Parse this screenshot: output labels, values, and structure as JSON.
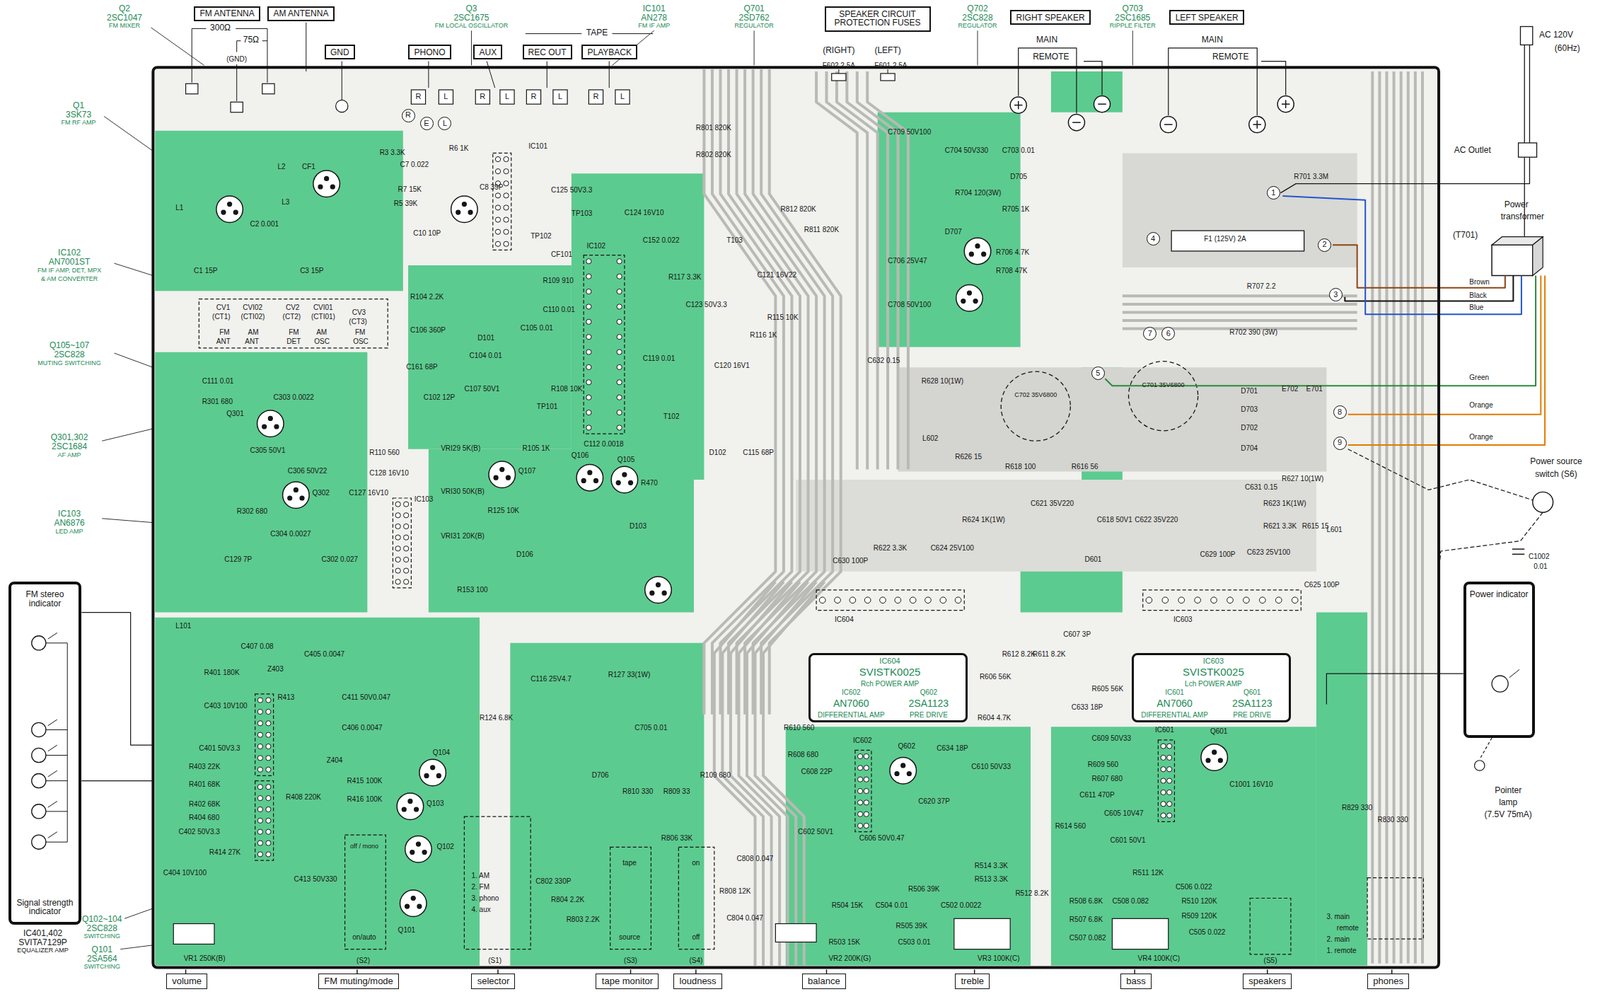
{
  "diagram": {
    "nodes": [
      {
        "text": [
          "FM ANTENNA"
        ]
      },
      {
        "text": [
          "AM ANTENNA"
        ]
      },
      {
        "text": [
          "GND"
        ]
      },
      {
        "text": [
          "PHONO"
        ]
      },
      {
        "text": [
          "AUX"
        ]
      },
      {
        "text": [
          "REC OUT"
        ]
      },
      {
        "text": [
          "PLAYBACK"
        ]
      },
      {
        "text": [
          "SPEAKER CIRCUIT PROTECTION FUSES"
        ]
      },
      {
        "text": [
          "RIGHT SPEAKER"
        ]
      },
      {
        "text": [
          "LEFT SPEAKER"
        ]
      },
      {
        "text": [
          "FM stereo indicator",
          "Signal strength indicator"
        ]
      },
      {
        "text": [
          "Power indicator"
        ]
      },
      {
        "text": [
          "IC604",
          "SVISTK0025",
          "Rch POWER AMP",
          "IC602",
          "AN7060",
          "DIFFERENTIAL AMP",
          "Q602",
          "2SA1123",
          "PRE DRIVE"
        ]
      },
      {
        "text": [
          "IC603",
          "SVISTK0025",
          "Lch POWER AMP",
          "IC601",
          "AN7060",
          "DIFFERENTIAL AMP",
          "Q601",
          "2SA1123",
          "PRE DRIVE"
        ]
      },
      {
        "text": [
          "volume"
        ]
      },
      {
        "text": [
          "FM muting/mode"
        ]
      },
      {
        "text": [
          "selector"
        ]
      },
      {
        "text": [
          "tape monitor"
        ]
      },
      {
        "text": [
          "loudness"
        ]
      },
      {
        "text": [
          "balance"
        ]
      },
      {
        "text": [
          "treble"
        ]
      },
      {
        "text": [
          "bass"
        ]
      },
      {
        "text": [
          "speakers"
        ]
      },
      {
        "text": [
          "phones"
        ]
      },
      {
        "text": [
          "1"
        ]
      },
      {
        "text": [
          "2"
        ]
      },
      {
        "text": [
          "3"
        ]
      },
      {
        "text": [
          "4"
        ]
      },
      {
        "text": [
          "5"
        ]
      },
      {
        "text": [
          "6"
        ]
      },
      {
        "text": [
          "7"
        ]
      },
      {
        "text": [
          "8"
        ]
      },
      {
        "text": [
          "9"
        ]
      },
      {
        "text": [
          "R"
        ]
      },
      {
        "text": [
          "E"
        ]
      },
      {
        "text": [
          "L"
        ]
      }
    ],
    "labels": [
      "Q2",
      "2SC1047",
      "FM MIXER",
      "Q1",
      "3SK73",
      "FM RF AMP",
      "Q3",
      "2SC1675",
      "FM LOCAL OSCILLATOR",
      "IC101",
      "AN278",
      "FM IF AMP",
      "Q701",
      "2SD762",
      "REGULATOR",
      "Q702",
      "2SC828",
      "REGULATOR",
      "Q703",
      "2SC1685",
      "RIPPLE FILTER",
      "IC102",
      "AN7001ST",
      "FM IF AMP, DET, MPX",
      "& AM CONVERTER",
      "Q105~107",
      "2SC828",
      "MUTING SWITCHING",
      "Q301,302",
      "2SC1684",
      "AF AMP",
      "IC103",
      "AN6876",
      "LED AMP",
      "Q102~104",
      "2SC828",
      "SWITCHING",
      "Q101",
      "2SA564",
      "SWITCHING",
      "IC401,402",
      "SVITA7129P",
      "EQUALIZER AMP",
      "300Ω",
      "75Ω",
      "(GND)",
      "TAPE",
      "(RIGHT)",
      "(LEFT)",
      "F602 2.5A",
      "F601 2.5A",
      "MAIN",
      "REMOTE",
      "MAIN",
      "REMOTE",
      "AC 120V",
      "(60Hz)",
      "Power",
      "transformer",
      "(T701)",
      "Power source",
      "switch (S6)",
      "Pointer",
      "lamp",
      "(7.5V 75mA)",
      "AC Outlet",
      "Brown",
      "Black",
      "Blue",
      "Green",
      "Orange",
      "Orange",
      "C1002",
      "0.01",
      "R",
      "L",
      "R",
      "L",
      "R",
      "L",
      "R",
      "L",
      "VR1 250K(B)",
      "VR2 200K(G)",
      "VR3 100K(C)",
      "VR4 100K(C)",
      "(S2)",
      "(S1)",
      "(S3)",
      "(S4)",
      "(S5)",
      "on/auto",
      "off / mono",
      "tape",
      "source",
      "on",
      "off",
      "1. AM",
      "2. FM",
      "3. phono",
      "4. aux",
      "3. main",
      "remote",
      "2. main",
      "1. remote",
      "L1",
      "L2",
      "L3",
      "CF1",
      "C2 0.001",
      "C1 15P",
      "C3 15P",
      "R3 3.3K",
      "C7 0.022",
      "R7 15K",
      "R5 39K",
      "R6 1K",
      "C8 39P",
      "C10 10P",
      "IC101",
      "C125 50V3.3",
      "TP103",
      "C124 16V10",
      "TP102",
      "C152 0.022",
      "CF101",
      "R801 820K",
      "R802 820K",
      "R812 820K",
      "R811 820K",
      "T103",
      "C121 16V22",
      "R117 3.3K",
      "C123 50V3.3",
      "R116 1K",
      "R115 10K",
      "C119 0.01",
      "C120 16V1",
      "T102",
      "D102",
      "C115 68P",
      "IC102",
      "R104 2.2K",
      "C106 360P",
      "D101",
      "C104 0.01",
      "C105 0.01",
      "C110 0.01",
      "R109 910",
      "C161 68P",
      "C102 12P",
      "C107 50V1",
      "TP101",
      "R108 10K",
      "C112 0.0018",
      "R105 1K",
      "R110 560",
      "C128 16V10",
      "C127 16V10",
      "IC103",
      "VRI29 5K(B)",
      "VRI30 50K(B)",
      "VRI31 20K(B)",
      "R153 100",
      "R125 10K",
      "Q107",
      "Q106",
      "Q105",
      "R470",
      "D103",
      "D106",
      "C111 0.01",
      "R301 680",
      "C303 0.0022",
      "Q301",
      "C305 50V1",
      "C306 50V22",
      "Q302",
      "R302 680",
      "C304 0.0027",
      "C129 7P",
      "C302 0.027",
      "CV1",
      "(CT1)",
      "CVI02",
      "(CTI02)",
      "CV2",
      "(CT2)",
      "CVI01",
      "(CTI01)",
      "CV3",
      "(CT3)",
      "FM",
      "ANT",
      "AM",
      "ANT",
      "FM",
      "DET",
      "AM",
      "OSC",
      "FM",
      "OSC",
      "L101",
      "C407 0.08",
      "Z403",
      "R401 180K",
      "C405 0.0047",
      "R413",
      "C403 10V100",
      "C411 50V0.047",
      "C406 0.0047",
      "C401 50V3.3",
      "Z404",
      "R403 22K",
      "R401 68K",
      "R402 68K",
      "R404 680",
      "C402 50V3.3",
      "R408 220K",
      "R415 100K",
      "R416 100K",
      "R414 27K",
      "C404 10V100",
      "C413 50V330",
      "Q104",
      "Q103",
      "Q102",
      "Q101",
      "R124 6.8K",
      "C116 25V4.7",
      "R127 33(1W)",
      "C705 0.01",
      "D706",
      "R810 330",
      "R809 33",
      "R109 680",
      "C802 330P",
      "R804 2.2K",
      "R803 2.2K",
      "R806 33K",
      "C808 0.047",
      "R808 12K",
      "C804 0.047",
      "R610 560",
      "R608 680",
      "C608 22P",
      "IC602",
      "Q602",
      "C634 18P",
      "C610 50V33",
      "C620 37P",
      "C602 50V1",
      "C606 50V0.47",
      "R606 56K",
      "R604 4.7K",
      "R612 8.2K",
      "R611 8.2K",
      "C607 3P",
      "R514 3.3K",
      "R513 3.3K",
      "R512 8.2K",
      "R506 39K",
      "C502 0.0022",
      "R504 15K",
      "C504 0.01",
      "R505 39K",
      "R503 15K",
      "C503 0.01",
      "C633 18P",
      "R605 56K",
      "C609 50V33",
      "R609 560",
      "R607 680",
      "C611 470P",
      "C605 10V47",
      "C601 50V1",
      "R614 560",
      "IC601",
      "Q601",
      "C1001 16V10",
      "R511 12K",
      "C506 0.022",
      "R510 120K",
      "R509 120K",
      "C505 0.022",
      "R508 6.8K",
      "C508 0.082",
      "R507 6.8K",
      "C507 0.082",
      "R829 330",
      "R830 330",
      "C709 50V100",
      "C704 50V330",
      "C703 0.01",
      "D705",
      "R704 120(3W)",
      "R705 1K",
      "D707",
      "C706 25V47",
      "R706 4.7K",
      "R708 47K",
      "C708 50V100",
      "C632 0.15",
      "R628 10(1W)",
      "R701 3.3M",
      "F1 (125V) 2A",
      "R707 2.2",
      "R702 390 (3W)",
      "D701",
      "D703",
      "D702",
      "D704",
      "E702",
      "E701",
      "L602",
      "R626 15",
      "R618 100",
      "R616 56",
      "C621 35V220",
      "C618 50V1",
      "C622 35V220",
      "R624 1K(1W)",
      "C631 0.15",
      "R627 10(1W)",
      "R623 1K(1W)",
      "R621 3.3K",
      "R615 15",
      "L601",
      "R622 3.3K",
      "C624 25V100",
      "C630 100P",
      "C629 100P",
      "C623 25V100",
      "C625 100P",
      "IC604",
      "IC603",
      "D601",
      "C702 35V6800",
      "C701 35V6800"
    ]
  }
}
